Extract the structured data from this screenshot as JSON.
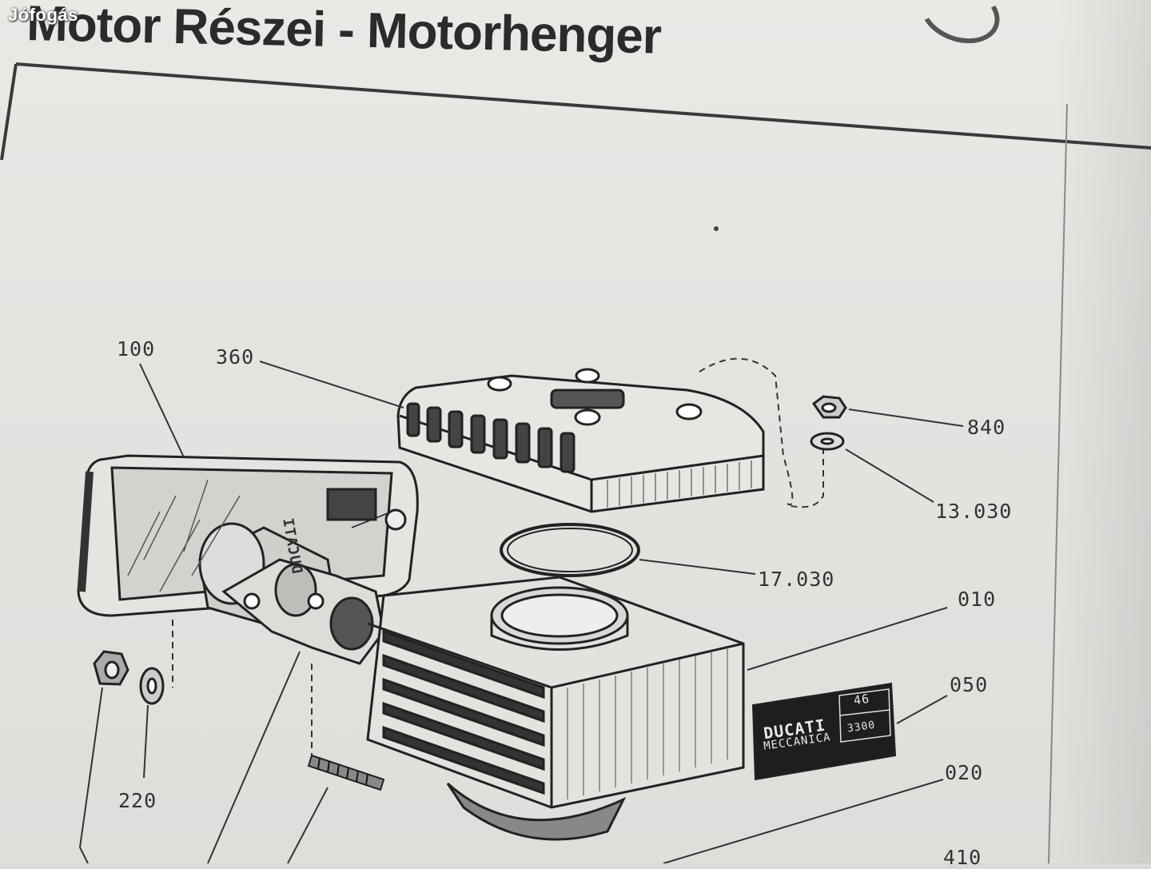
{
  "watermark": "Jófogás",
  "header": {
    "title": "Motor Részei - Motorhenger"
  },
  "diagram": {
    "callouts": {
      "c100": "100",
      "c360": "360",
      "c840": "840",
      "c13030": "13.030",
      "c17030": "17.030",
      "c010": "010",
      "c050": "050",
      "c220": "220",
      "c020": "020",
      "c410": "410"
    },
    "nameplate": {
      "brand": "DUCATI",
      "sub": "MECCANICA",
      "num1": "46",
      "num2": "3300"
    },
    "exhaust_brand": "DUCATI"
  }
}
